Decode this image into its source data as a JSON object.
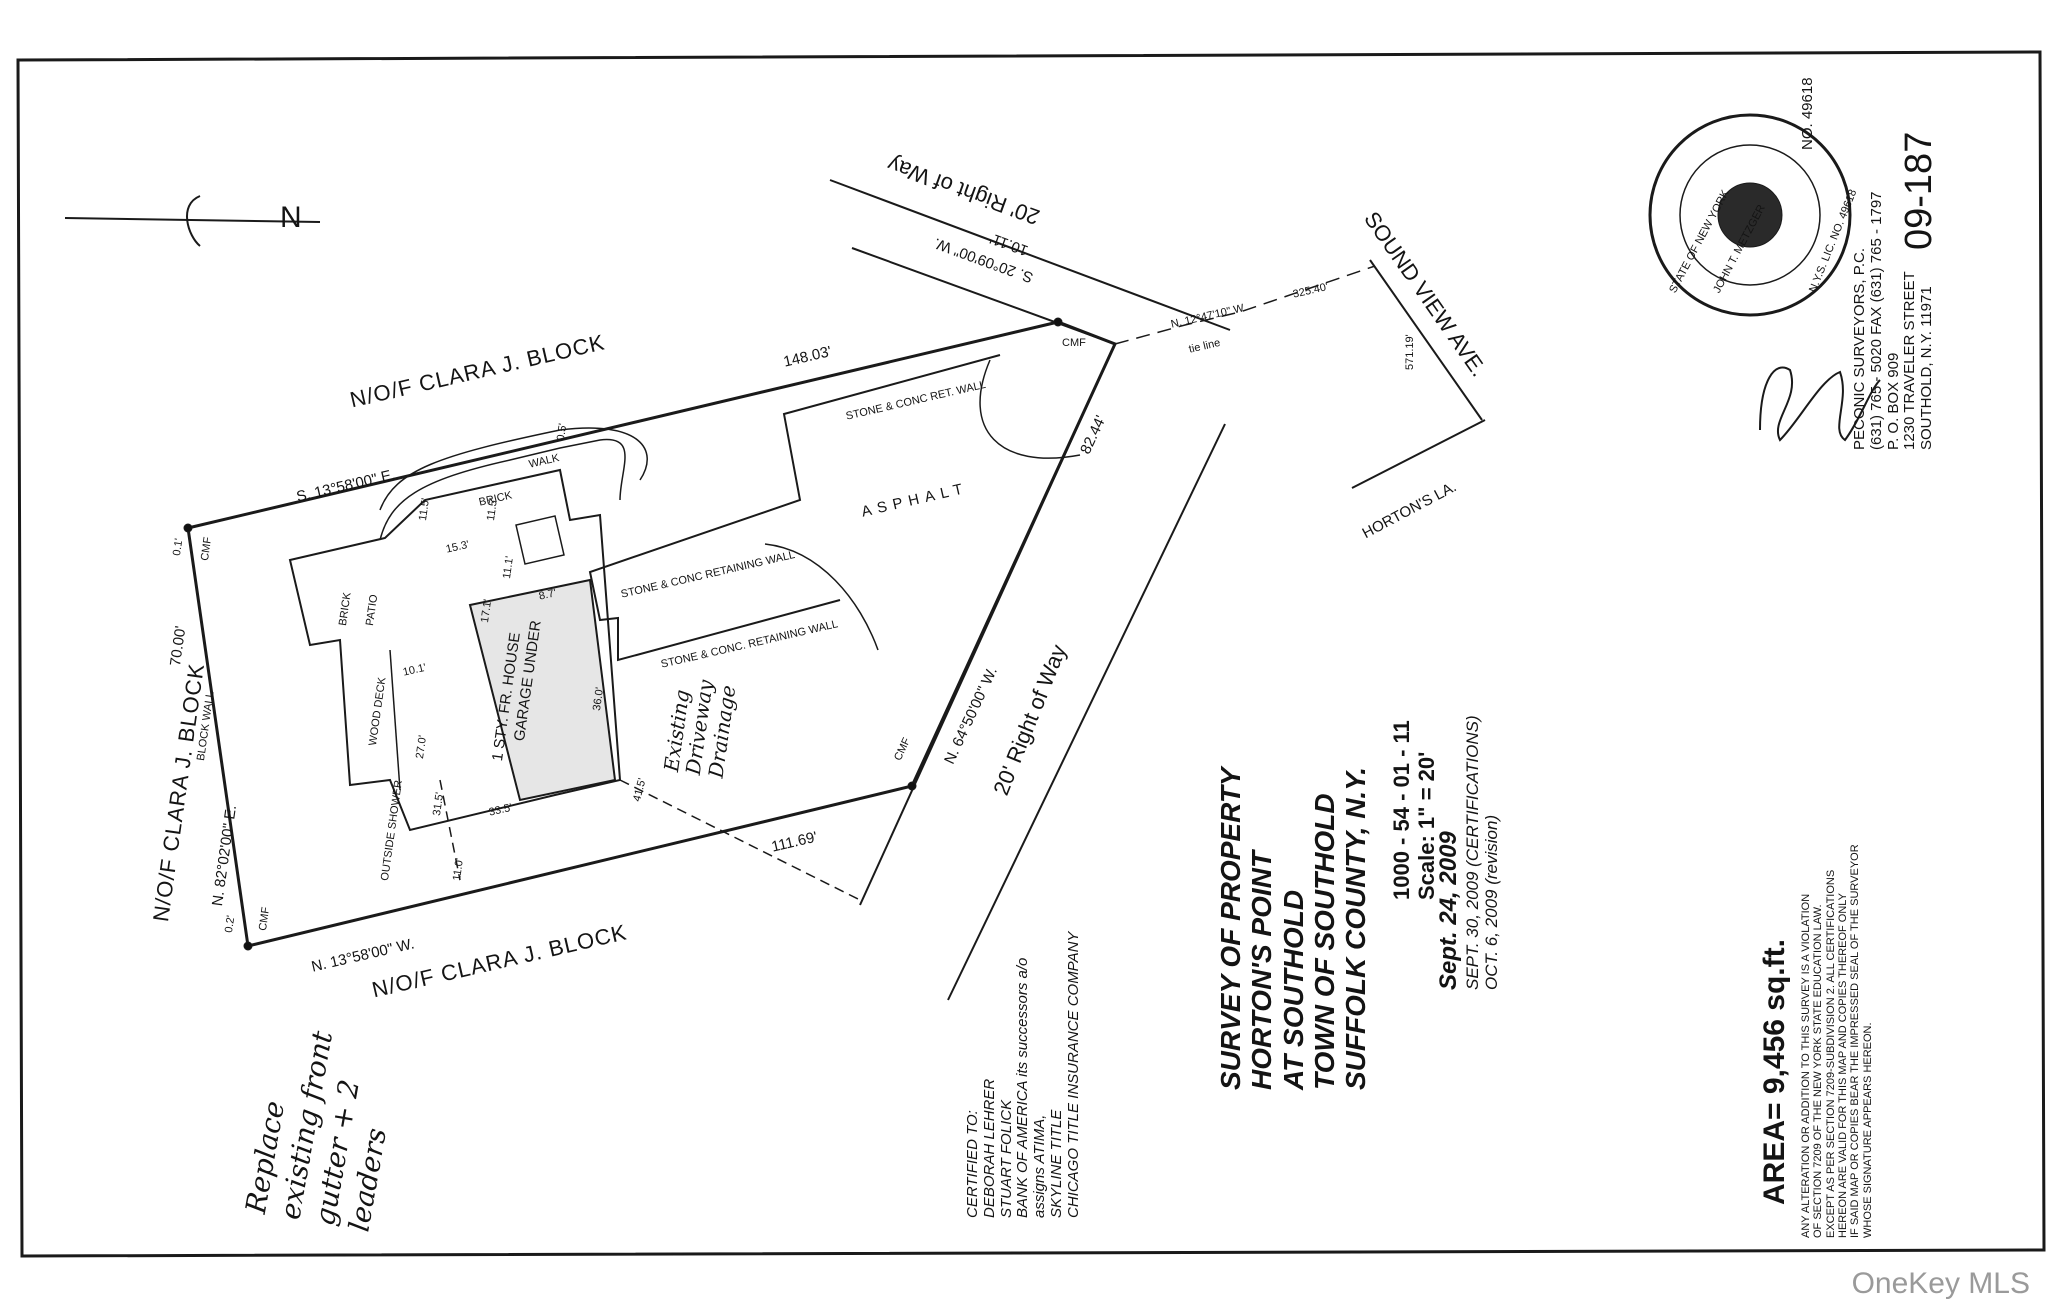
{
  "survey": {
    "title_lines": [
      "SURVEY OF PROPERTY",
      "HORTON'S POINT",
      "AT SOUTHOLD",
      "TOWN OF SOUTHOLD",
      "SUFFOLK COUNTY, N.Y."
    ],
    "tax_map": "1000 - 54 - 01 - 11",
    "scale": "Scale: 1\" = 20'",
    "date_main": "Sept. 24, 2009",
    "date_cert": "SEPT. 30, 2009 (CERTIFICATIONS)",
    "date_rev": "OCT. 6, 2009 (revision)",
    "area": "AREA= 9,456 sq.ft.",
    "map_no": "09-187"
  },
  "neighbors": {
    "north": "N/O/F  CLARA J. BLOCK",
    "west": "N/O/F  CLARA J. BLOCK",
    "south": "N/O/F  CLARA J. BLOCK"
  },
  "bearings": {
    "north_line": "S. 13°58'00\" E.",
    "north_dist": "148.03'",
    "south_line": "N. 13°58'00\" W.",
    "south_dist": "111.69'",
    "west_line": "N. 82°02'00\" E.",
    "west_dist": "70.00'",
    "east_line": "N. 64°50'00\" W.",
    "east_dist": "82.44'",
    "row_line": "S. 20°09'00\" W.",
    "row_dist": "10.11'",
    "tie_line": "N. 12°47'10\" W.",
    "tie_dist": "325.40'",
    "tie_label": "tie line",
    "sound_dist": "571.19'"
  },
  "roads": {
    "row_top": "20' Right of Way",
    "row_mid": "20' Right of Way",
    "sound_view": "SOUND VIEW AVE.",
    "hortons_la": "HORTON'S LA."
  },
  "features": {
    "asphalt": "ASPHALT",
    "brick_walk": "BRICK",
    "walk": "WALK",
    "patio": "PATIO",
    "brick": "BRICK",
    "wood_deck": "WOOD DECK",
    "block_wall": "BLOCK WALL",
    "shower": "OUTSIDE SHOWER",
    "house_1": "1 STY. FR. HOUSE",
    "house_2": "GARAGE UNDER",
    "wall_1": "STONE & CONC RET. WALL",
    "wall_2": "STONE & CONC RETAINING WALL",
    "wall_3": "STONE & CONC. RETAINING WALL",
    "dims": [
      "11.5'",
      "11.5'",
      "15.3'",
      "11.1'",
      "8.7'",
      "17.1'",
      "10.1'",
      "27.0'",
      "36.0'",
      "33.5'",
      "31.5'",
      "11.0'",
      "41.5'",
      "0.5'",
      "0.1'",
      "0.2'"
    ],
    "cmf": "CMF"
  },
  "handwriting": {
    "drainage": [
      "Existing",
      "Driveway",
      "Drainage"
    ],
    "note": [
      "Replace",
      "existing front",
      "gutter + 2",
      "leaders"
    ]
  },
  "certified": {
    "lines": [
      "CERTIFIED TO:",
      "DEBORAH LEHRER",
      "STUART FOLICK",
      "BANK OF AMERICA its successors a/o",
      "assigns ATIMA,",
      "SKYLINE TITLE",
      "CHICAGO TITLE INSURANCE COMPANY"
    ]
  },
  "warning": {
    "lines": [
      "ANY ALTERATION OR ADDITION TO THIS SURVEY IS A VIOLATION",
      "OF SECTION 7209 OF THE NEW YORK STATE EDUCATION LAW.",
      "EXCEPT AS PER SECTION 7209-SUBDIVISION 2. ALL CERTIFICATIONS",
      "HEREON ARE VALID FOR THIS MAP AND COPIES THEREOF ONLY",
      "IF SAID MAP OR COPIES BEAR THE IMPRESSED SEAL OF THE SURVEYOR",
      "WHOSE SIGNATURE APPEARS HEREON."
    ]
  },
  "surveyor": {
    "lines": [
      "PECONIC SURVEYORS, P.C.",
      "(631) 765 - 5020 FAX (631) 765 - 1797",
      "P. O. BOX 909",
      "1230  TRAVELER  STREET",
      "SOUTHOLD,  N.Y.   11971"
    ],
    "seal_top": "STATE OF NEW YORK",
    "seal_name": "JOHN T. METZGER",
    "seal_lic": "N.Y.S. LIC. NO. 49618",
    "lic_no": "NO. 49618"
  },
  "north_arrow": {
    "label": "N"
  },
  "watermark": "OneKey MLS"
}
